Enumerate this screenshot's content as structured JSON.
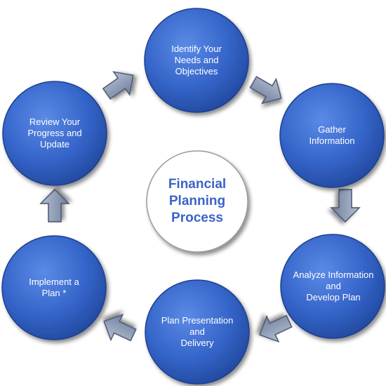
{
  "center": {
    "title": "Financial\nPlanning\nProcess"
  },
  "steps": [
    {
      "label": "Identify Your\nNeeds and\nObjectives"
    },
    {
      "label": "Gather\nInformation"
    },
    {
      "label": "Analyze Information\nand\nDevelop Plan"
    },
    {
      "label": "Plan Presentation\nand\nDelivery"
    },
    {
      "label": "Implement a\nPlan *"
    },
    {
      "label": "Review Your\nProgress and\nUpdate"
    }
  ],
  "colors": {
    "step_fill": "#2f5fc4",
    "step_fill_light": "#4a7ee0",
    "arrow_fill": "#8d9bb5",
    "center_text": "#3a63c9"
  }
}
